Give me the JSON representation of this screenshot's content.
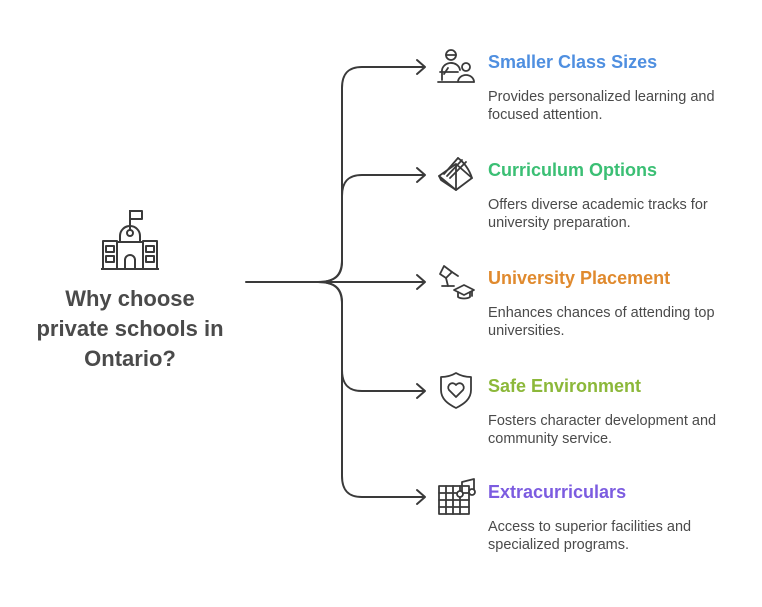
{
  "center": {
    "title_lines": [
      "Why choose",
      "private schools in",
      "Ontario?"
    ],
    "icon": "school-building-icon"
  },
  "branches": [
    {
      "title": "Smaller Class Sizes",
      "description": "Provides personalized learning and focused attention.",
      "color": "#4f8fe0",
      "icon": "teacher-student-icon"
    },
    {
      "title": "Curriculum Options",
      "description": "Offers diverse academic tracks for university preparation.",
      "color": "#3bbf74",
      "icon": "open-book-icon"
    },
    {
      "title": "University Placement",
      "description": "Enhances chances of attending top universities.",
      "color": "#e08a2e",
      "icon": "graduation-cap-icon"
    },
    {
      "title": "Safe Environment",
      "description": "Fosters character development and community service.",
      "color": "#8cb83a",
      "icon": "heart-shield-icon"
    },
    {
      "title": "Extracurriculars",
      "description": "Access to superior facilities and specialized programs.",
      "color": "#7c5ce0",
      "icon": "grid-music-icon"
    }
  ]
}
